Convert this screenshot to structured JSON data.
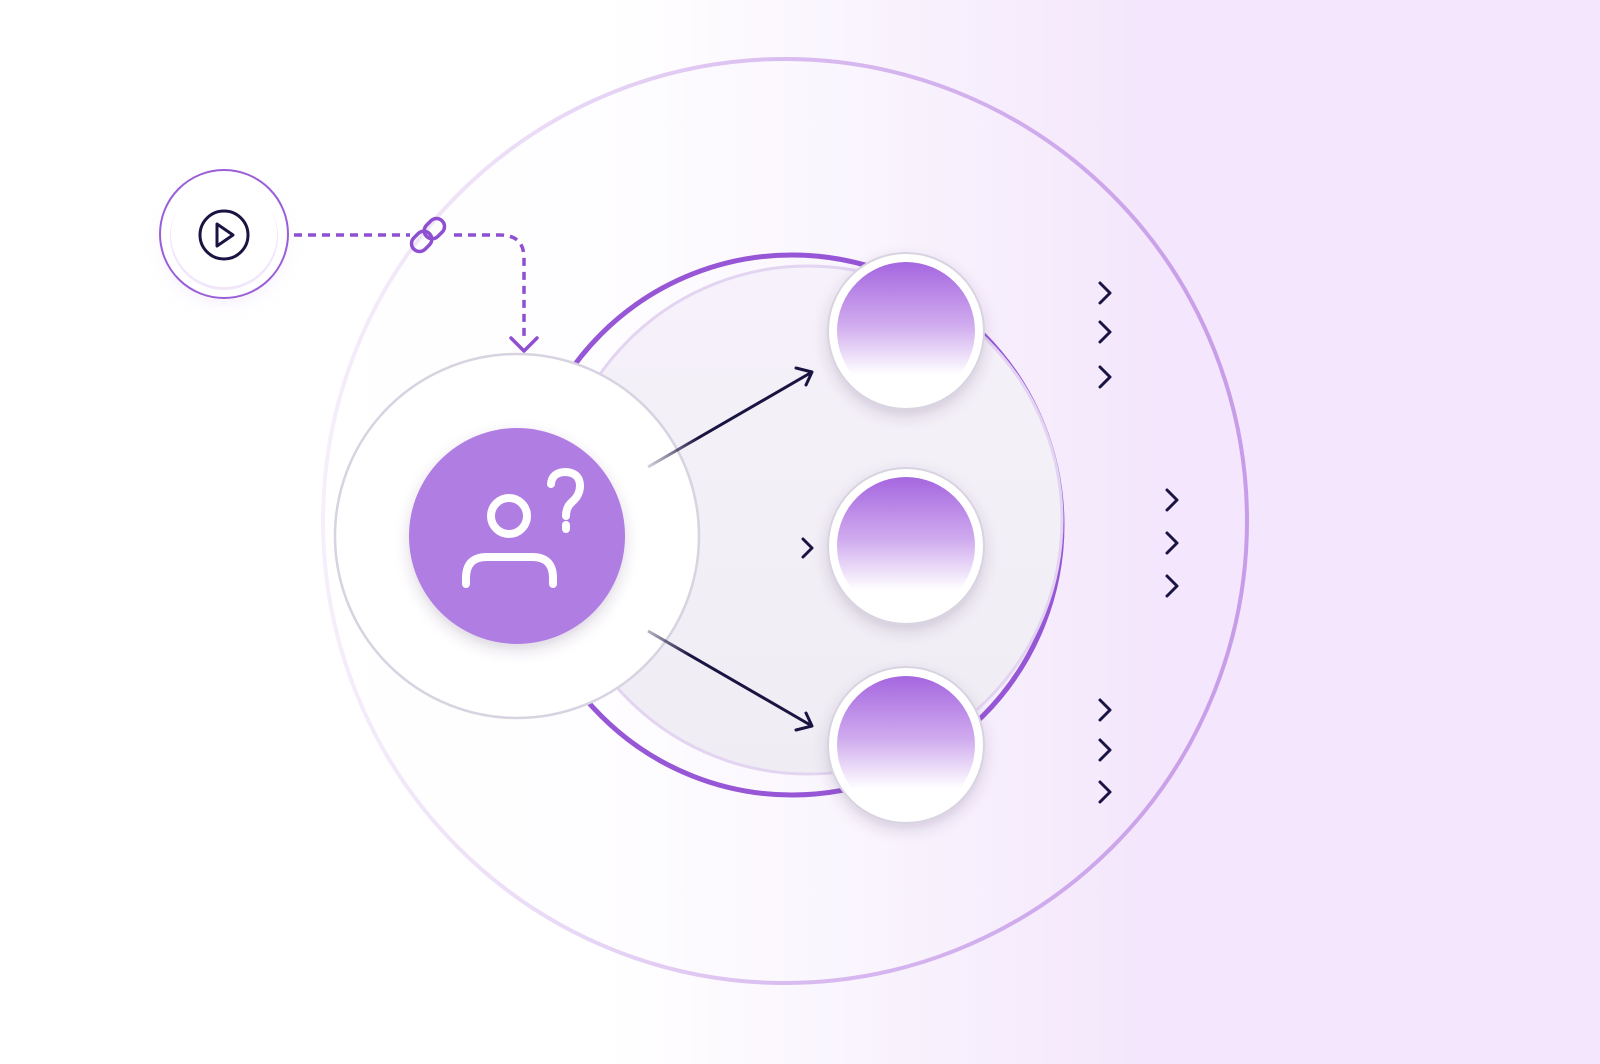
{
  "diagram": {
    "type": "flow",
    "colors": {
      "background_left": "#FFFFFF",
      "background_right": "#F4E6FC",
      "accent_purple": "#B07DE3",
      "deep_purple": "#9656D6",
      "ring_purple": "#C9A0EA",
      "dash_purple": "#8E4FD0",
      "arrow_navy": "#1A1442",
      "node_border": "#D8D3E0",
      "white": "#FFFFFF"
    },
    "icons": {
      "start": "play-icon",
      "link": "link-icon",
      "center": "user-question-icon"
    },
    "start_node": {
      "icon": "play-icon"
    },
    "connector": {
      "style": "dashed",
      "icon": "link-icon"
    },
    "center_node": {
      "icon": "user-question-icon"
    },
    "output_nodes": [
      {
        "id": "top",
        "outgoing_arrows": 3
      },
      {
        "id": "middle",
        "outgoing_arrows": 3
      },
      {
        "id": "bottom",
        "outgoing_arrows": 3
      }
    ]
  }
}
